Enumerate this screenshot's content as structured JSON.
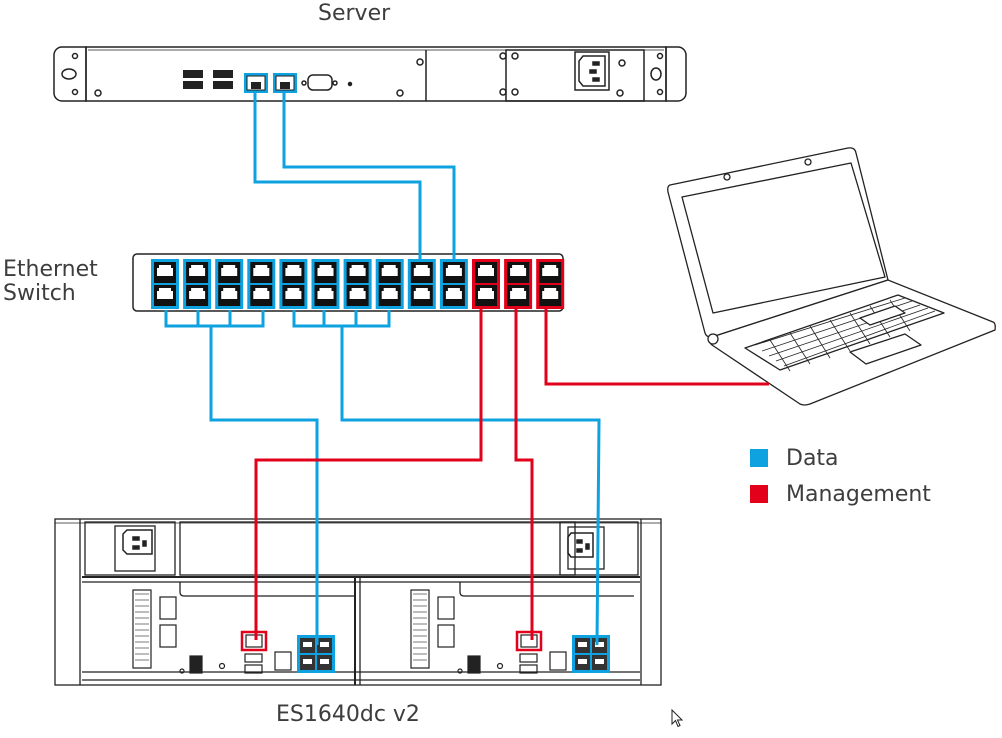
{
  "labels": {
    "server": "Server",
    "switch_line1": "Ethernet",
    "switch_line2": "Switch",
    "storage": "ES1640dc v2"
  },
  "legend": [
    {
      "label": "Data",
      "color": "#0ea3e0"
    },
    {
      "label": "Management",
      "color": "#e2001a"
    }
  ],
  "colors": {
    "data": "#0ea3e0",
    "management": "#e2001a",
    "outline": "#222222"
  },
  "devices": {
    "server": {
      "name": "Server",
      "lan_ports": 2,
      "usb_ports": 4,
      "serial_ports": 1,
      "power_inlet": 1
    },
    "switch": {
      "name": "Ethernet Switch",
      "port_columns": 13,
      "ports_per_column": 2,
      "data_columns": 10,
      "management_columns": 3
    },
    "laptop": {
      "name": "Laptop"
    },
    "storage": {
      "name": "ES1640dc v2",
      "controllers": 2,
      "data_ports_per_controller": 4,
      "management_ports_per_controller": 1
    }
  },
  "connections": [
    {
      "from": "server-lan-1",
      "to": "switch-port-9",
      "type": "Data"
    },
    {
      "from": "server-lan-2",
      "to": "switch-port-10",
      "type": "Data"
    },
    {
      "from": "switch-ports-1-4",
      "to": "controller-a-data-ports",
      "type": "Data"
    },
    {
      "from": "switch-ports-5-8",
      "to": "controller-b-data-ports",
      "type": "Data"
    },
    {
      "from": "switch-port-11",
      "to": "controller-a-management-port",
      "type": "Management"
    },
    {
      "from": "switch-port-12",
      "to": "controller-b-management-port",
      "type": "Management"
    },
    {
      "from": "switch-port-13",
      "to": "laptop",
      "type": "Management"
    }
  ]
}
